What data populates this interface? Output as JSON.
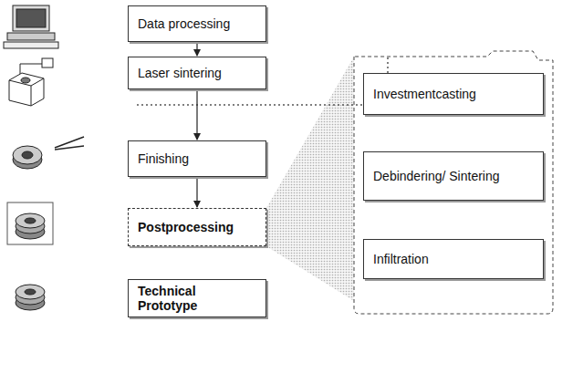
{
  "diagram": {
    "nodes": [
      {
        "text": [
          "Data processing"
        ]
      },
      {
        "text": [
          "Laser sintering"
        ]
      },
      {
        "text": [
          "Finishing"
        ]
      },
      {
        "text": [
          "Postprocessing"
        ]
      },
      {
        "text": [
          "Technical Prototype"
        ]
      },
      {
        "text": [
          "Investmentcasting"
        ]
      },
      {
        "text": [
          "Debindering/ Sintering"
        ]
      },
      {
        "text": [
          "Infiltration"
        ]
      }
    ],
    "edges": [
      {
        "from": 0,
        "to": 1,
        "arrow": "to"
      },
      {
        "from": 1,
        "to": 2,
        "arrow": "to"
      },
      {
        "from": 2,
        "to": 3,
        "arrow": "to"
      }
    ]
  }
}
